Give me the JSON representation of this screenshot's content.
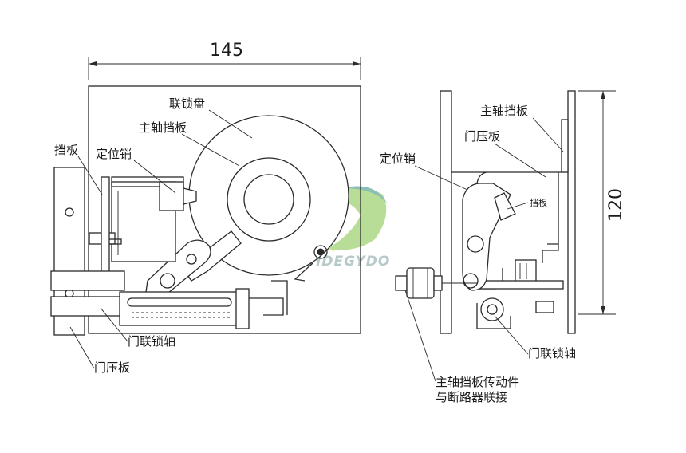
{
  "dimensions": {
    "width_label": "145",
    "height_label": "120"
  },
  "left_view": {
    "labels": {
      "interlock_disc": "联锁盘",
      "main_shaft_baffle": "主轴挡板",
      "baffle": "挡板",
      "locating_pin": "定位销",
      "door_interlock_shaft": "门联锁轴",
      "door_pressure_plate": "门压板"
    }
  },
  "right_view": {
    "labels": {
      "main_shaft_baffle": "主轴挡板",
      "door_pressure_plate": "门压板",
      "locating_pin": "定位销",
      "baffle": "挡板",
      "door_interlock_shaft": "门联锁轴",
      "transmission_line1": "主轴挡板传动件",
      "transmission_line2": "与断路器联接"
    }
  },
  "watermark": {
    "text": "TERUIDEGYDO",
    "colors": {
      "green": "#7fc242",
      "teal": "#2e8c7a",
      "yellow": "#f0d830"
    }
  }
}
